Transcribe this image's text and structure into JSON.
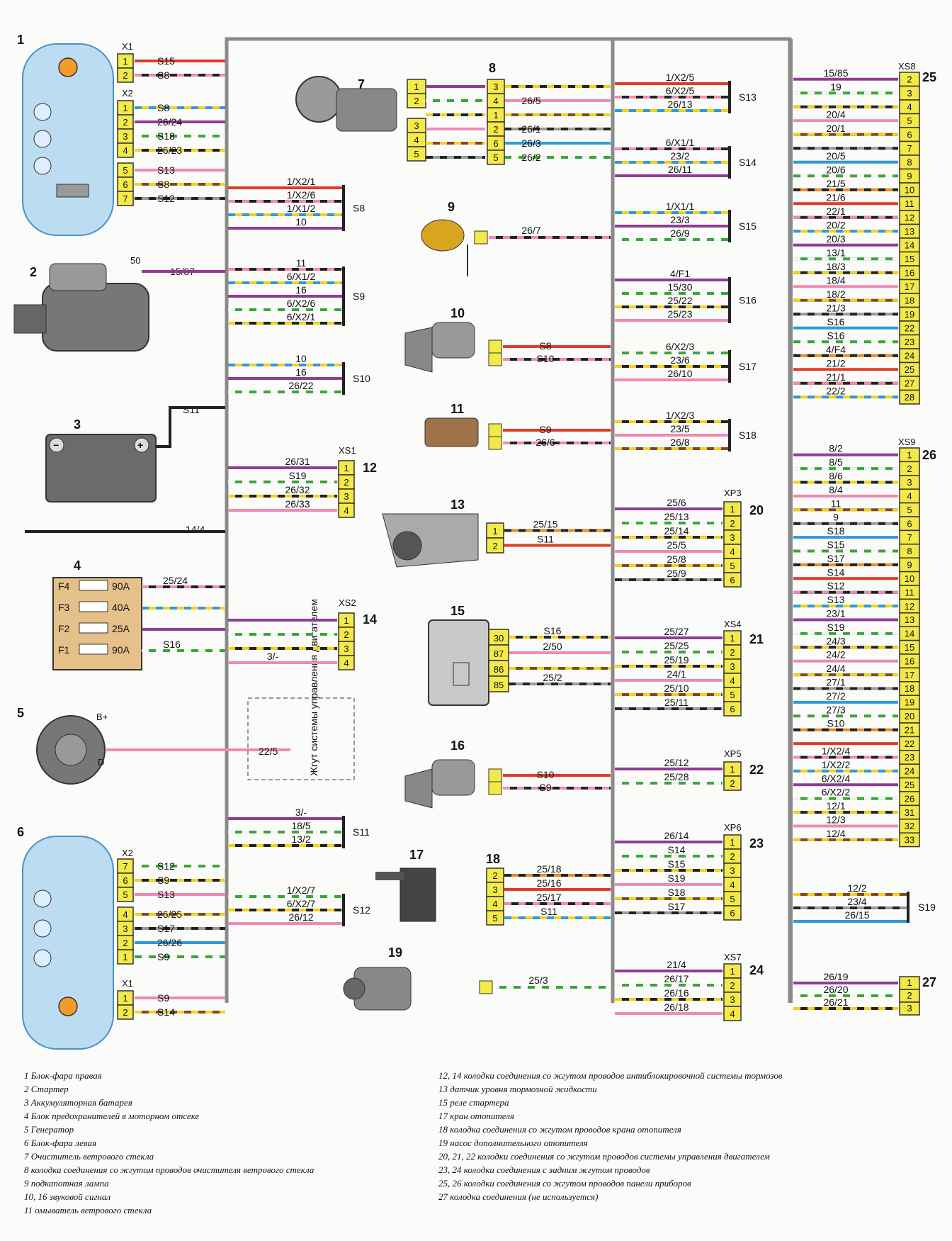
{
  "diagram": {
    "components": {
      "c1": "1",
      "c2": "2",
      "c3": "3",
      "c4": "4",
      "c5": "5",
      "c6": "6",
      "c7": "7",
      "c8": "8",
      "c9": "9",
      "c10": "10",
      "c11": "11",
      "c12": "12",
      "c13": "13",
      "c14": "14",
      "c15": "15",
      "c16": "16",
      "c17": "17",
      "c18": "18",
      "c19": "19",
      "c20": "20",
      "c21": "21",
      "c22": "22",
      "c23": "23",
      "c24": "24",
      "c25": "25",
      "c26": "26",
      "c27": "27"
    },
    "headlight_right": {
      "x1": "X1",
      "x2": "X2",
      "x1_pins": [
        "1",
        "2"
      ],
      "x1_wires": [
        "S15",
        "S8"
      ],
      "x2_pins": [
        "1",
        "2",
        "3",
        "4",
        "5",
        "6",
        "7"
      ],
      "x2_wires": [
        "S8",
        "26/24",
        "S18",
        "26/23",
        "S13",
        "S8",
        "S12"
      ]
    },
    "starter": {
      "terminal": "50",
      "wire": "15/87"
    },
    "battery": {
      "wire_top": "S11",
      "wire_bottom": "14/4"
    },
    "fuse_block": {
      "fuses": [
        {
          "name": "F4",
          "rating": "90A",
          "wire": "25/24"
        },
        {
          "name": "F3",
          "rating": "40A",
          "wire": ""
        },
        {
          "name": "F2",
          "rating": "25A",
          "wire": ""
        },
        {
          "name": "F1",
          "rating": "90A",
          "wire": "S16"
        }
      ]
    },
    "generator": {
      "b_plus": "B+",
      "d": "D",
      "wire": "22/5",
      "harness_label": "Жгут системы управления двигателем"
    },
    "headlight_left": {
      "x2": "X2",
      "x1": "X1",
      "x2_pins": [
        "7",
        "6",
        "5",
        "4",
        "3",
        "2",
        "1"
      ],
      "x2_wires": [
        "S12",
        "S9",
        "S13",
        "26/25",
        "S17",
        "26/26",
        "S9"
      ],
      "x1_pins": [
        "1",
        "2"
      ],
      "x1_wires": [
        "S9",
        "S14"
      ]
    },
    "splices_left": [
      {
        "name": "S8",
        "wires": [
          "1/X2/1",
          "1/X2/6",
          "1/X1/2",
          "10"
        ]
      },
      {
        "name": "S9",
        "wires": [
          "11",
          "6/X1/2",
          "16",
          "6/X2/6",
          "6/X2/1"
        ]
      },
      {
        "name": "S10",
        "wires": [
          "10",
          "16",
          "26/22"
        ]
      },
      {
        "name": "S11",
        "wires": [
          "3/-",
          "18/5",
          "13/2"
        ]
      },
      {
        "name": "S12",
        "wires": [
          "1/X2/7",
          "6/X2/7",
          "26/12"
        ]
      }
    ],
    "xs1": {
      "name": "XS1",
      "pins": [
        "1",
        "2",
        "3",
        "4"
      ],
      "wires": [
        "26/31",
        "S19",
        "26/32",
        "26/33"
      ]
    },
    "xs2": {
      "name": "XS2",
      "pins": [
        "1",
        "2",
        "3",
        "4"
      ],
      "wires": [
        "",
        "",
        "",
        "3/-"
      ]
    },
    "wiper_connector": {
      "left_pins": [
        "1",
        "2",
        "3",
        "4",
        "5"
      ],
      "right_pins": [
        "3",
        "4",
        "1",
        "2",
        "6",
        "5"
      ],
      "wires": [
        "",
        "26/5",
        "",
        "26/1",
        "26/3",
        "26/2"
      ]
    },
    "lamp": {
      "wire": "26/7"
    },
    "horn_right": {
      "wires": [
        "S8",
        "S10"
      ]
    },
    "washer": {
      "wires": [
        "S9",
        "26/6"
      ]
    },
    "brake_sensor": {
      "pins": [
        "1",
        "2"
      ],
      "wires": [
        "25/15",
        "S11"
      ]
    },
    "relay": {
      "pins": [
        "30",
        "87",
        "86",
        "85"
      ],
      "wires": [
        "S16",
        "2/50",
        "",
        "25/2"
      ]
    },
    "horn_left": {
      "wires": [
        "S10",
        "S9"
      ]
    },
    "heater_valve": {
      "pins": [
        "2",
        "3",
        "4",
        "5"
      ],
      "wires": [
        "25/18",
        "25/16",
        "25/17",
        "S11"
      ]
    },
    "pump": {
      "wire": "25/3"
    },
    "splices_mid": [
      {
        "name": "S13",
        "wires": [
          "1/X2/5",
          "6/X2/5",
          "26/13"
        ]
      },
      {
        "name": "S14",
        "wires": [
          "6/X1/1",
          "23/2",
          "26/11"
        ]
      },
      {
        "name": "S15",
        "wires": [
          "1/X1/1",
          "23/3",
          "26/9"
        ]
      },
      {
        "name": "S16",
        "wires": [
          "4/F1",
          "15/30",
          "25/22",
          "25/23"
        ]
      },
      {
        "name": "S17",
        "wires": [
          "6/X2/3",
          "23/6",
          "26/10"
        ]
      },
      {
        "name": "S18",
        "wires": [
          "1/X2/3",
          "23/5",
          "26/8"
        ]
      }
    ],
    "xp3": {
      "name": "XP3",
      "pins": [
        "1",
        "2",
        "3",
        "4",
        "5",
        "6"
      ],
      "wires": [
        "25/6",
        "25/13",
        "25/14",
        "25/5",
        "25/8",
        "25/9"
      ]
    },
    "xs4": {
      "name": "XS4",
      "pins": [
        "1",
        "2",
        "3",
        "4",
        "5",
        "6"
      ],
      "wires": [
        "25/27",
        "25/25",
        "25/19",
        "24/1",
        "25/10",
        "25/11"
      ]
    },
    "xp5": {
      "name": "XP5",
      "pins": [
        "1",
        "2"
      ],
      "wires": [
        "25/12",
        "25/28"
      ]
    },
    "xp6": {
      "name": "XP6",
      "pins": [
        "1",
        "2",
        "3",
        "4",
        "5",
        "6"
      ],
      "wires": [
        "26/14",
        "S14",
        "S15",
        "S19",
        "S18",
        "S17"
      ]
    },
    "xs7": {
      "name": "XS7",
      "pins": [
        "1",
        "2",
        "3",
        "4"
      ],
      "wires": [
        "21/4",
        "26/17",
        "26/16",
        "26/18"
      ]
    },
    "xs8": {
      "name": "XS8",
      "pins": [
        "2",
        "3",
        "4",
        "5",
        "6",
        "7",
        "8",
        "9",
        "10",
        "11",
        "12",
        "13",
        "14",
        "15",
        "16",
        "17",
        "18",
        "19",
        "22",
        "23",
        "24",
        "25",
        "27",
        "28"
      ],
      "wires": [
        "15/85",
        "19",
        "",
        "20/4",
        "20/1",
        "",
        "20/5",
        "20/6",
        "21/5",
        "21/6",
        "22/1",
        "20/2",
        "20/3",
        "13/1",
        "18/3",
        "18/4",
        "18/2",
        "21/3",
        "S16",
        "S16",
        "4/F4",
        "21/2",
        "21/1",
        "22/2"
      ]
    },
    "xs9": {
      "name": "XS9",
      "pins": [
        "1",
        "2",
        "3",
        "4",
        "5",
        "6",
        "7",
        "8",
        "9",
        "10",
        "11",
        "12",
        "13",
        "14",
        "15",
        "16",
        "17",
        "18",
        "19",
        "20",
        "21",
        "22",
        "23",
        "24",
        "25",
        "26",
        "31",
        "32",
        "33"
      ],
      "wires": [
        "8/2",
        "8/5",
        "8/6",
        "8/4",
        "11",
        "9",
        "S18",
        "S15",
        "S17",
        "S14",
        "S12",
        "S13",
        "23/1",
        "S19",
        "24/3",
        "24/2",
        "24/4",
        "27/1",
        "27/2",
        "27/3",
        "S10",
        "",
        "1/X2/4",
        "1/X2/2",
        "6/X2/4",
        "6/X2/2",
        "12/1",
        "12/3",
        "12/4"
      ]
    },
    "s19": {
      "name": "S19",
      "wires": [
        "12/2",
        "23/4",
        "26/15"
      ]
    },
    "c27_conn": {
      "pins": [
        "1",
        "2",
        "3"
      ],
      "wires": [
        "26/19",
        "26/20",
        "26/21"
      ]
    }
  },
  "legend": {
    "left": [
      "1 Блок-фара правая",
      "2 Стартер",
      "3 Аккумуляторная батарея",
      "4 Блок предохранителей в моторном отсеке",
      "5 Генератор",
      "6 Блок-фара левая",
      "7 Очиститель ветрового стекла",
      "8 колодка соединения со жгутом проводов очистителя ветрового стекла",
      "9 подкапотная лампа",
      "10, 16 звуковой сигнал",
      "11 омыватель ветрового стекла"
    ],
    "right": [
      "12, 14 колодки соединения со жгутом проводов антиблокировочной системы тормозов",
      "13 датчик уровня тормозной жидкости",
      "15 реле стартера",
      "17 кран отопителя",
      "18 колодка соединения со жгутом проводов крана отопителя",
      "19 насос дополнительного отопителя",
      "20, 21, 22 колодки соединения со жгутом проводов системы управления двигателем",
      "23, 24 колодки соединения с задним жгутом проводов",
      "25, 26 колодки соединения со жгутом проводов панели приборов",
      "27 колодка соединения (не используется)"
    ]
  },
  "colors": {
    "background": "#fbfbf9",
    "harness": "#8a8a8a",
    "pin_fill": "#f3ea4a",
    "headlight_fill": "#bcdcf2",
    "red": "#e03a2a",
    "orange": "#f08a20",
    "black": "#222222",
    "pink": "#ee8ab4",
    "yellow": "#f2d21c",
    "blue": "#2f9ad8",
    "violet": "#8e3d93",
    "green": "#3aa63a",
    "white": "#f5f5f5",
    "brown": "#7b4a2a",
    "gray": "#9a9a9a"
  }
}
